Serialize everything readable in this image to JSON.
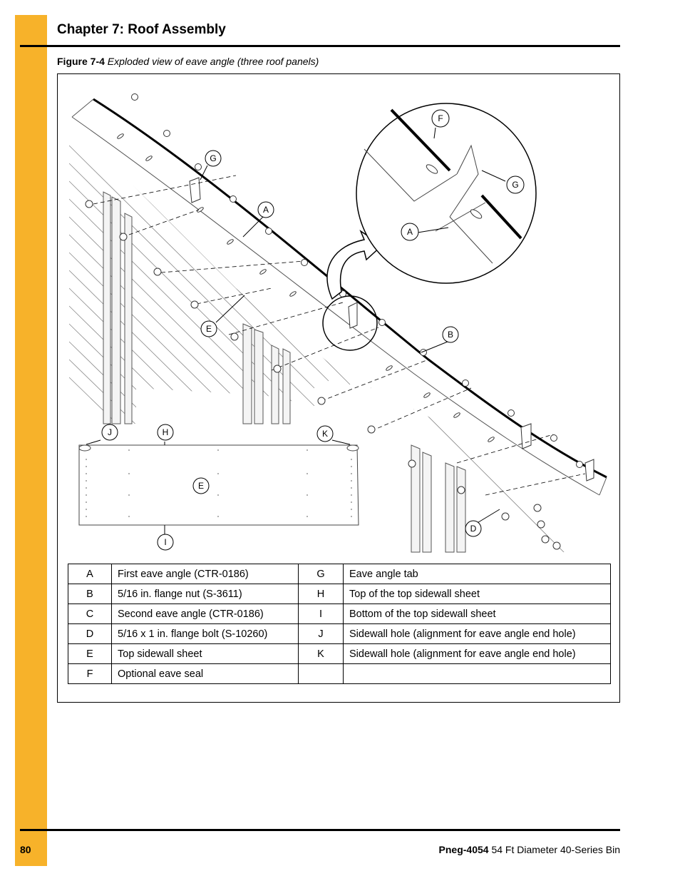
{
  "header": {
    "chapter_title": "Chapter 7: Roof Assembly"
  },
  "figure": {
    "number": "Figure 7-4",
    "caption": "Exploded view of eave angle (three roof panels)",
    "callouts": [
      "A",
      "B",
      "D",
      "E",
      "F",
      "G",
      "H",
      "I",
      "J",
      "K"
    ]
  },
  "legend": {
    "rows": [
      {
        "c1": "A",
        "d1": "First eave angle (CTR-0186)",
        "c2": "G",
        "d2": "Eave angle tab"
      },
      {
        "c1": "B",
        "d1": "5/16 in. flange nut (S-3611)",
        "c2": "H",
        "d2": "Top of the top sidewall sheet"
      },
      {
        "c1": "C",
        "d1": "Second eave angle (CTR-0186)",
        "c2": "I",
        "d2": "Bottom of the top sidewall sheet"
      },
      {
        "c1": "D",
        "d1": "5/16 x 1 in. flange bolt (S-10260)",
        "c2": "J",
        "d2": "Sidewall hole (alignment for eave angle end hole)"
      },
      {
        "c1": "E",
        "d1": "Top sidewall sheet",
        "c2": "K",
        "d2": "Sidewall hole (alignment for eave angle end hole)"
      },
      {
        "c1": "F",
        "d1": "Optional eave seal",
        "c2": "",
        "d2": ""
      }
    ]
  },
  "footer": {
    "page_number": "80",
    "doc_code": "Pneg-4054",
    "doc_title": "54 Ft Diameter 40-Series Bin"
  },
  "colors": {
    "sidebar": "#f7b22a",
    "rule": "#000000"
  }
}
